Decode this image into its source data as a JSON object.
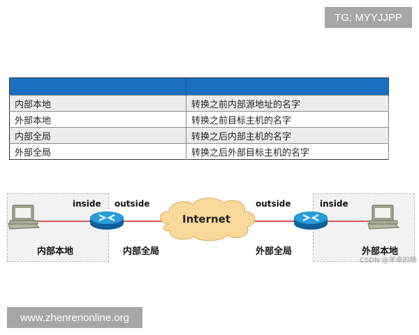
{
  "watermarks": {
    "top_tag": "TG: MYYJJPP",
    "bottom_url": "www.zhenrenonline.org",
    "csdn": "CSDN @羊卓的杨"
  },
  "table": {
    "header": [
      "",
      ""
    ],
    "rows": [
      {
        "term": "内部本地",
        "description": "转换之前内部源地址的名字"
      },
      {
        "term": "外部本地",
        "description": "转换之前目标主机的名字"
      },
      {
        "term": "内部全局",
        "description": "转换之后内部主机的名字"
      },
      {
        "term": "外部全局",
        "description": "转换之后外部目标主机的名字"
      }
    ],
    "colors": {
      "header": "#1a6fc1",
      "alt_row": "#ececec",
      "plain_row": "#ffffff"
    }
  },
  "diagram": {
    "left_host": {
      "label": "内部本地",
      "icon": "computer-icon"
    },
    "left_router": {
      "inside_label": "inside",
      "outside_label": "outside",
      "icon": "router-icon",
      "below_label": "内部全局"
    },
    "cloud": {
      "label": "Internet",
      "icon": "cloud-icon"
    },
    "right_router": {
      "outside_label": "outside",
      "inside_label": "inside",
      "icon": "router-icon",
      "below_label": "外部全局"
    },
    "right_host": {
      "label": "外部本地",
      "icon": "computer-icon"
    },
    "colors": {
      "link": "#d9534f",
      "router": "#1e88c8",
      "cloud": "#fbd99a",
      "zone": "#f2f2f2"
    }
  }
}
